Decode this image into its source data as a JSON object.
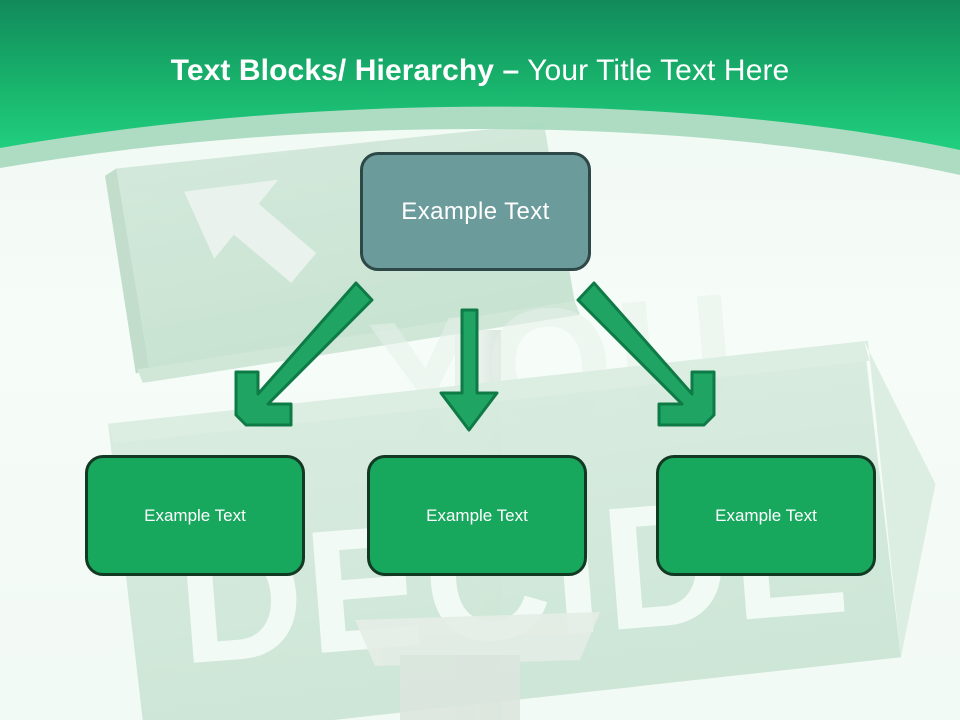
{
  "slide": {
    "title": {
      "bold_part": "Text Blocks/ Hierarchy –",
      "light_part": " Your Title Text Here",
      "full": "Text Blocks/ Hierarchy – Your Title Text Here"
    },
    "background": {
      "photo_description": "street-sign-photo",
      "sign_words": [
        "YOU",
        "DECIDE"
      ],
      "sign_arrow": "up-left-arrow"
    },
    "colors": {
      "header_green_top": "#128A5B",
      "header_green_bottom": "#20CE7E",
      "header_accent_band": "#A9DABF",
      "body_background": "#F4FBF7",
      "parent_node_fill": "#6B9B9B",
      "parent_node_border": "#2E4747",
      "child_node_fill": "#17A75D",
      "child_node_border": "#123A23",
      "arrow_fill": "#1FA463",
      "arrow_border": "#0E7A45",
      "text_white": "#FFFFFF"
    },
    "diagram": {
      "type": "hierarchy",
      "parent": {
        "label": "Example  Text"
      },
      "children": [
        {
          "label": "Example Text"
        },
        {
          "label": "Example Text"
        },
        {
          "label": "Example Text"
        }
      ],
      "connectors": [
        {
          "name": "arrow-left",
          "direction": "down-left"
        },
        {
          "name": "arrow-middle",
          "direction": "down"
        },
        {
          "name": "arrow-right",
          "direction": "down-right"
        }
      ]
    }
  }
}
